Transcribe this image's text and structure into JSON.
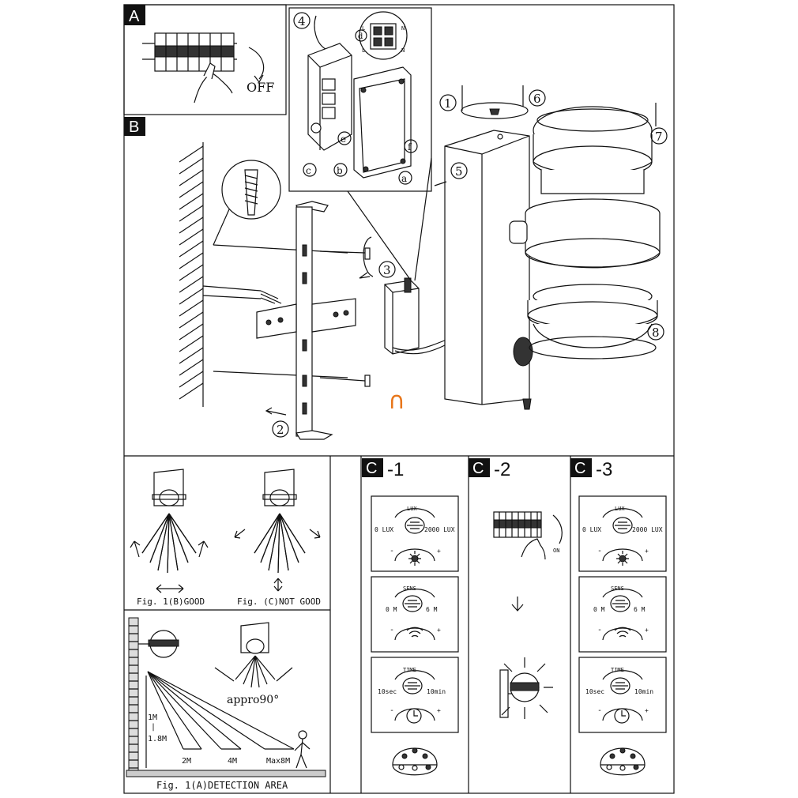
{
  "sections": {
    "a": {
      "tag": "A",
      "off_label": "OFF",
      "circled": [
        "4",
        "d",
        "L",
        "N",
        "L",
        "N"
      ]
    },
    "b": {
      "tag": "B",
      "steps": [
        "1",
        "2",
        "3",
        "5",
        "6",
        "7",
        "8",
        "a",
        "b",
        "c",
        "e",
        "f"
      ],
      "orange_mark": "∩"
    },
    "c1": {
      "tag": "C",
      "suffix": "-1"
    },
    "c2": {
      "tag": "C",
      "suffix": "-2",
      "on_label": "ON"
    },
    "c3": {
      "tag": "C",
      "suffix": "-3"
    }
  },
  "figures": {
    "good": "Fig. 1(B)GOOD",
    "not_good": "Fig. (C)NOT GOOD",
    "detection": "Fig. 1(A)DETECTION AREA",
    "angle": "appro90°",
    "height_top": "1M",
    "height_bar": "|",
    "height_bottom": "1.8M",
    "distances": [
      "2M",
      "4M",
      "Max8M"
    ]
  },
  "controls": {
    "lux": {
      "name": "LUX",
      "min": "0 LUX",
      "max": "2000 LUX"
    },
    "sens": {
      "name": "SENS",
      "min": "0 M",
      "max": "6 M"
    },
    "time": {
      "name": "TIME",
      "min": "10sec",
      "max": "10min"
    },
    "minus": "-",
    "plus": "+"
  }
}
